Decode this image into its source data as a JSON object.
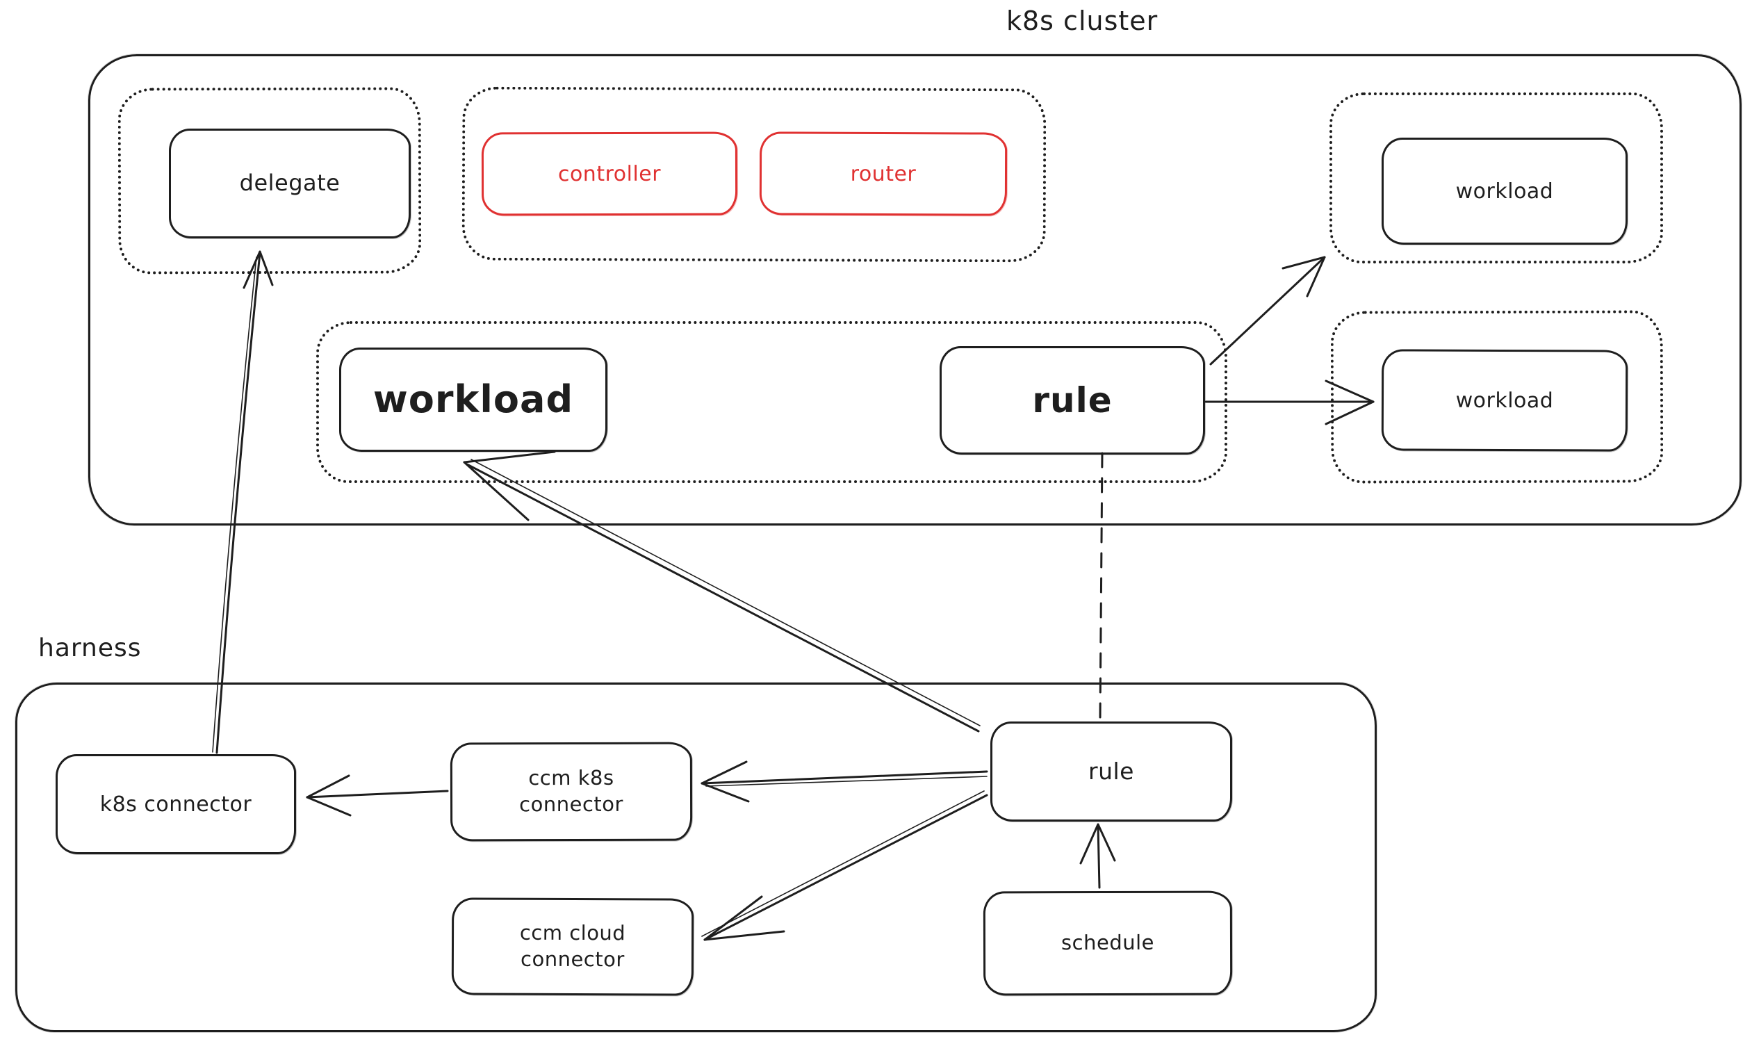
{
  "colors": {
    "ink": "#1e1e1e",
    "red": "#e03131",
    "background": "#ffffff"
  },
  "diagram": {
    "type": "architecture-sketch",
    "containers": [
      {
        "id": "k8s-cluster",
        "label": "k8s cluster"
      },
      {
        "id": "harness",
        "label": "harness"
      }
    ],
    "groups": [
      {
        "id": "delegate-group",
        "container": "k8s-cluster",
        "border": "dotted"
      },
      {
        "id": "control-group",
        "container": "k8s-cluster",
        "border": "dotted"
      },
      {
        "id": "workload-top-group",
        "container": "k8s-cluster",
        "border": "dotted"
      },
      {
        "id": "workload-rule-group",
        "container": "k8s-cluster",
        "border": "dotted"
      },
      {
        "id": "workload-right-group",
        "container": "k8s-cluster",
        "border": "dotted"
      }
    ],
    "nodes": [
      {
        "id": "delegate",
        "label": "delegate",
        "container": "k8s-cluster",
        "group": "delegate-group",
        "color": "black"
      },
      {
        "id": "controller",
        "label": "controller",
        "container": "k8s-cluster",
        "group": "control-group",
        "color": "red"
      },
      {
        "id": "router",
        "label": "router",
        "container": "k8s-cluster",
        "group": "control-group",
        "color": "red"
      },
      {
        "id": "workload-top",
        "label": "workload",
        "container": "k8s-cluster",
        "group": "workload-top-group",
        "color": "black"
      },
      {
        "id": "workload-main",
        "label": "workload",
        "container": "k8s-cluster",
        "group": "workload-rule-group",
        "color": "black",
        "emphasis": "large"
      },
      {
        "id": "rule-cluster",
        "label": "rule",
        "container": "k8s-cluster",
        "group": "workload-rule-group",
        "color": "black",
        "emphasis": "large"
      },
      {
        "id": "workload-right",
        "label": "workload",
        "container": "k8s-cluster",
        "group": "workload-right-group",
        "color": "black"
      },
      {
        "id": "k8s-connector",
        "label": "k8s connector",
        "container": "harness",
        "color": "black"
      },
      {
        "id": "ccm-k8s-connector",
        "label": "ccm k8s connector",
        "line1": "ccm k8s",
        "line2": "connector",
        "container": "harness",
        "color": "black"
      },
      {
        "id": "ccm-cloud-connector",
        "label": "ccm cloud connector",
        "line1": "ccm cloud",
        "line2": "connector",
        "container": "harness",
        "color": "black"
      },
      {
        "id": "rule-harness",
        "label": "rule",
        "container": "harness",
        "color": "black"
      },
      {
        "id": "schedule",
        "label": "schedule",
        "container": "harness",
        "color": "black"
      }
    ],
    "edges": [
      {
        "from": "k8s-connector",
        "to": "delegate",
        "style": "solid",
        "arrowhead": "end"
      },
      {
        "from": "rule-harness",
        "to": "workload-main",
        "style": "solid",
        "arrowhead": "end"
      },
      {
        "from": "rule-cluster",
        "to": "workload-top",
        "style": "solid",
        "arrowhead": "end"
      },
      {
        "from": "rule-cluster",
        "to": "workload-right",
        "style": "solid",
        "arrowhead": "end"
      },
      {
        "from": "rule-cluster",
        "to": "rule-harness",
        "style": "dashed",
        "arrowhead": "none"
      },
      {
        "from": "rule-harness",
        "to": "ccm-k8s-connector",
        "style": "solid",
        "arrowhead": "end"
      },
      {
        "from": "rule-harness",
        "to": "ccm-cloud-connector",
        "style": "solid",
        "arrowhead": "end"
      },
      {
        "from": "ccm-k8s-connector",
        "to": "k8s-connector",
        "style": "solid",
        "arrowhead": "end"
      },
      {
        "from": "schedule",
        "to": "rule-harness",
        "style": "solid",
        "arrowhead": "end"
      }
    ]
  }
}
